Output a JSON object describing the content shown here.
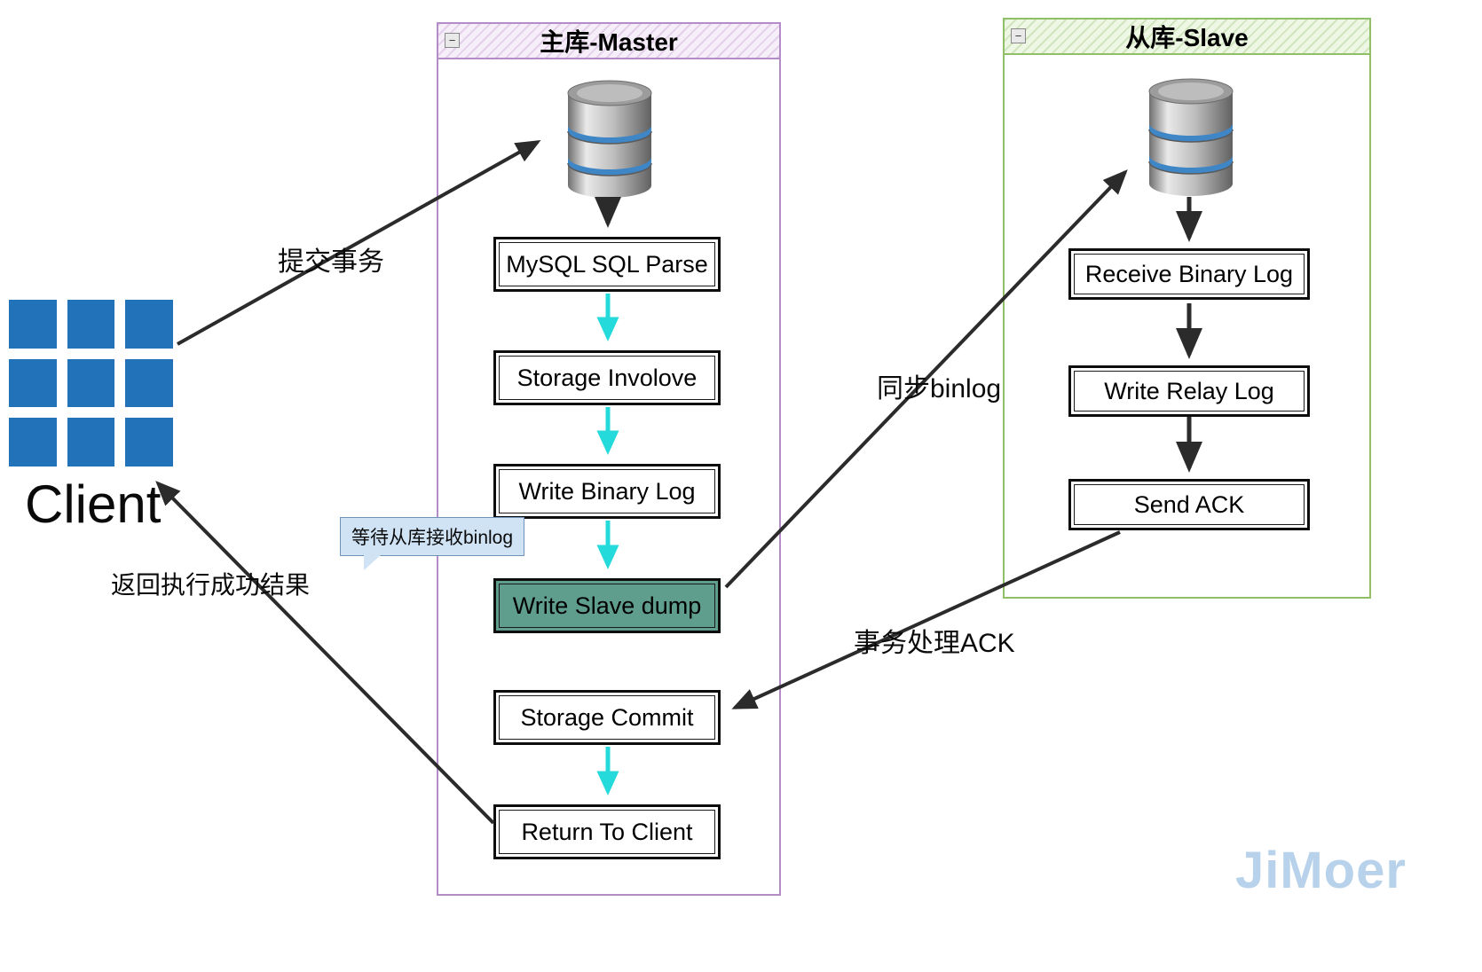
{
  "client": {
    "label": "Client"
  },
  "master": {
    "title": "主库-Master",
    "nodes": [
      {
        "label": "MySQL SQL Parse"
      },
      {
        "label": "Storage Involove"
      },
      {
        "label": "Write Binary Log"
      },
      {
        "label": "Write Slave dump"
      },
      {
        "label": "Storage Commit"
      },
      {
        "label": "Return To Client"
      }
    ],
    "callout": "等待从库接收binlog",
    "collapse_glyph": "−"
  },
  "slave": {
    "title": "从库-Slave",
    "nodes": [
      {
        "label": "Receive Binary Log"
      },
      {
        "label": "Write Relay Log"
      },
      {
        "label": "Send ACK"
      }
    ],
    "collapse_glyph": "−"
  },
  "edge_labels": {
    "submit": "提交事务",
    "sync": "同步binlog",
    "ack": "事务处理ACK",
    "return": "返回执行成功结果"
  },
  "icons": {
    "master_db": "database-cylinder-icon",
    "slave_db": "database-cylinder-icon",
    "client_grid": "client-grid-icon"
  },
  "watermark": "JiMoer",
  "colors": {
    "client_blue": "#2272b9",
    "master_border": "#b48cc8",
    "slave_border": "#8fc068",
    "highlight_green": "#5f9e8d",
    "flow_cyan": "#25dada",
    "arrow_black": "#2b2b2b",
    "callout_bg": "#cfe3f5",
    "db_band_blue": "#3f86c6",
    "watermark_blue": "#b7d2ea"
  }
}
